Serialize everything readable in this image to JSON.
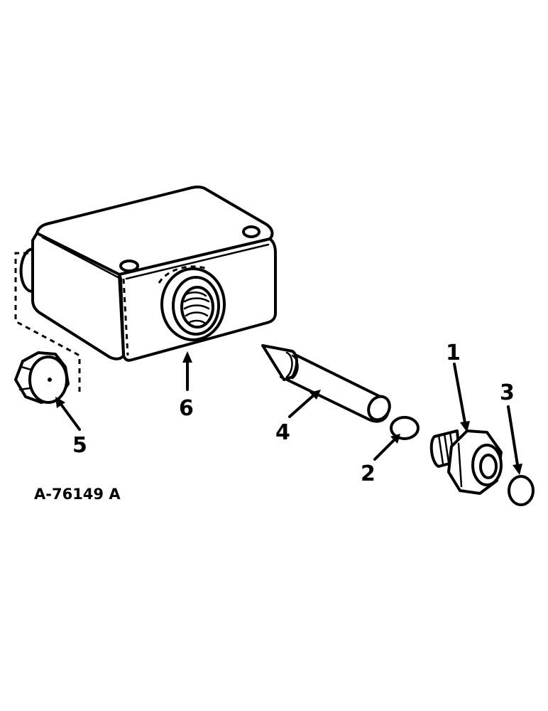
{
  "figure": {
    "reference": "A-76149 A"
  },
  "callouts": {
    "part1": "1",
    "part2": "2",
    "part3": "3",
    "part4": "4",
    "part5": "5",
    "part6": "6"
  }
}
